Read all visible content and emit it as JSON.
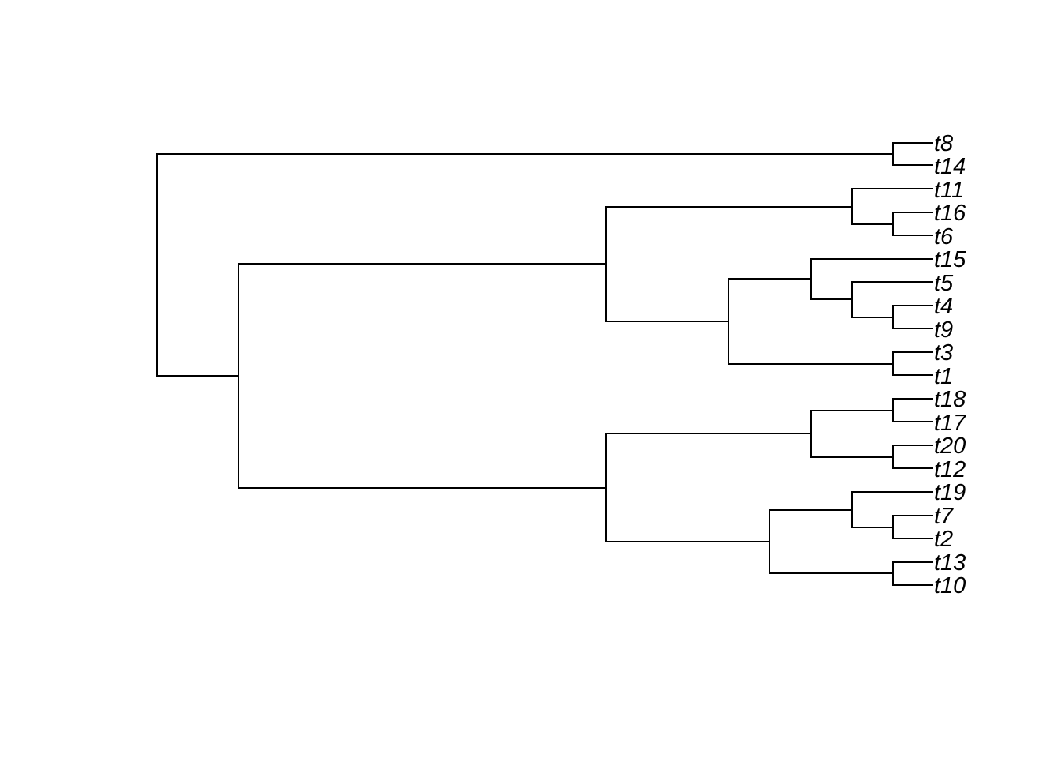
{
  "diagram": {
    "type": "phylogenetic-tree",
    "direction": "rightwards",
    "line_color": "#000000",
    "background": "#ffffff",
    "tip_labels": [
      "t8",
      "t14",
      "t11",
      "t16",
      "t6",
      "t15",
      "t5",
      "t4",
      "t9",
      "t3",
      "t1",
      "t18",
      "t17",
      "t20",
      "t12",
      "t19",
      "t7",
      "t2",
      "t13",
      "t10"
    ],
    "newick": "((t8,t14),(((t11,(t16,t6)),((t15,(t5,(t4,t9))),(t3,t1))),(((t18,t17),(t20,t12)),((t19,(t7,t2)),(t13,t10)))));"
  }
}
